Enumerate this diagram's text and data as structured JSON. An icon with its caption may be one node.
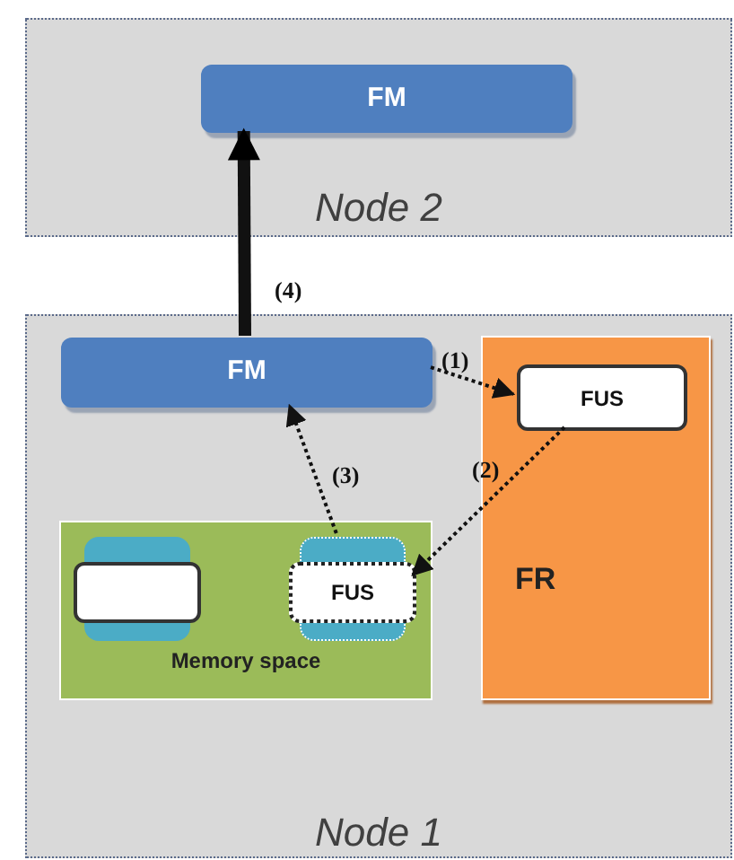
{
  "diagram": {
    "nodes": [
      {
        "text": [
          "Node 2"
        ]
      },
      {
        "text": [
          "FM"
        ],
        "in": 0
      },
      {
        "text": [
          "Node 1"
        ]
      },
      {
        "text": [
          "FM"
        ],
        "in": 2
      },
      {
        "text": [
          "FR"
        ],
        "in": 2
      },
      {
        "text": [
          "FUS"
        ],
        "in": 4
      },
      {
        "text": [
          "Memory space"
        ],
        "in": 2
      },
      {
        "text": [],
        "shape": "box",
        "in": 6
      },
      {
        "text": [
          "FUS"
        ],
        "in": 6
      }
    ],
    "edges": [
      {
        "from": 3,
        "to": 1,
        "arrow": "to",
        "label": "(4)",
        "style": "thick"
      },
      {
        "from": 3,
        "to": 5,
        "arrow": "to",
        "label": "(1)",
        "style": "dashed"
      },
      {
        "from": 5,
        "to": 8,
        "arrow": "to",
        "label": "(2)",
        "style": "dashed"
      },
      {
        "from": 8,
        "to": 3,
        "arrow": "to",
        "label": "(3)",
        "style": "dashed"
      }
    ]
  }
}
